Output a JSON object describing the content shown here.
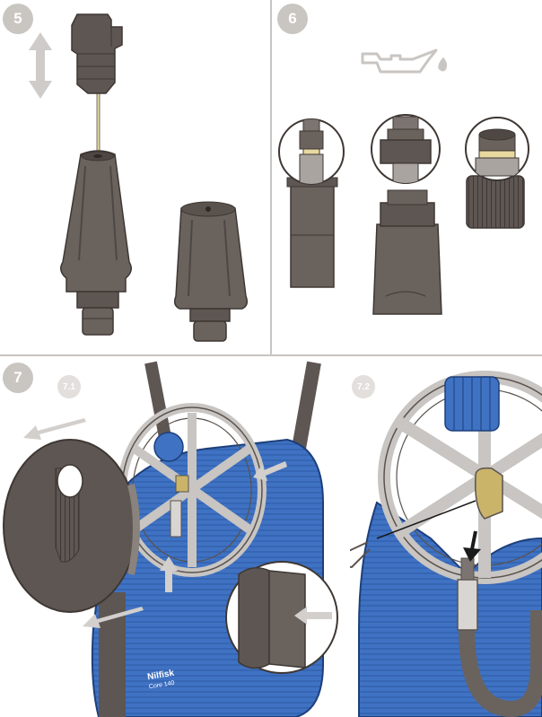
{
  "steps": [
    {
      "number": "5"
    },
    {
      "number": "6"
    },
    {
      "number": "7"
    }
  ],
  "substeps": [
    {
      "label": "7.1"
    },
    {
      "label": "7.2"
    }
  ],
  "machine": {
    "brand_name": "Nilfisk",
    "model_name": "Core 140"
  },
  "icons": [
    "double-arrow-up-down-icon",
    "oil-can-icon",
    "arrow-icon"
  ],
  "colors": {
    "body_blue": "#3f72c3",
    "dark_part": "#5a524d",
    "light_grey": "#c8c5c2",
    "badge_grey": "#c9c5c1",
    "pin_yellow": "#e8d9a0",
    "brass": "#c9b46a"
  }
}
